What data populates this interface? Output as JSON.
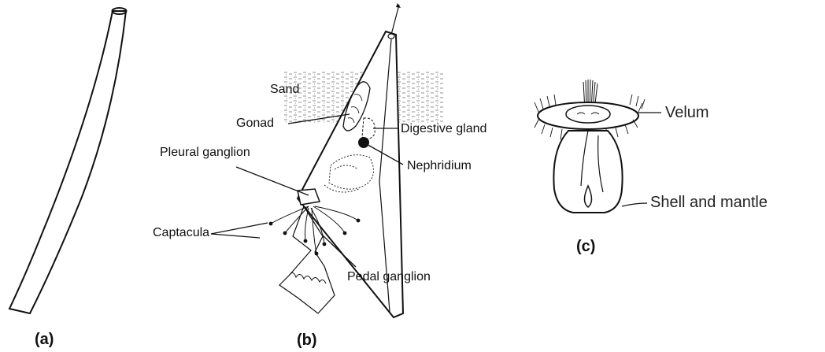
{
  "panels": {
    "a": {
      "caption": "(a)"
    },
    "b": {
      "caption": "(b)",
      "labels": {
        "sand": "Sand",
        "gonad": "Gonad",
        "digestive_gland": "Digestive gland",
        "pleural_ganglion": "Pleural ganglion",
        "nephridium": "Nephridium",
        "captacula": "Captacula",
        "pedal_ganglion": "Pedal ganglion"
      }
    },
    "c": {
      "caption": "(c)",
      "labels": {
        "velum": "Velum",
        "shell_and_mantle": "Shell and mantle"
      }
    }
  }
}
